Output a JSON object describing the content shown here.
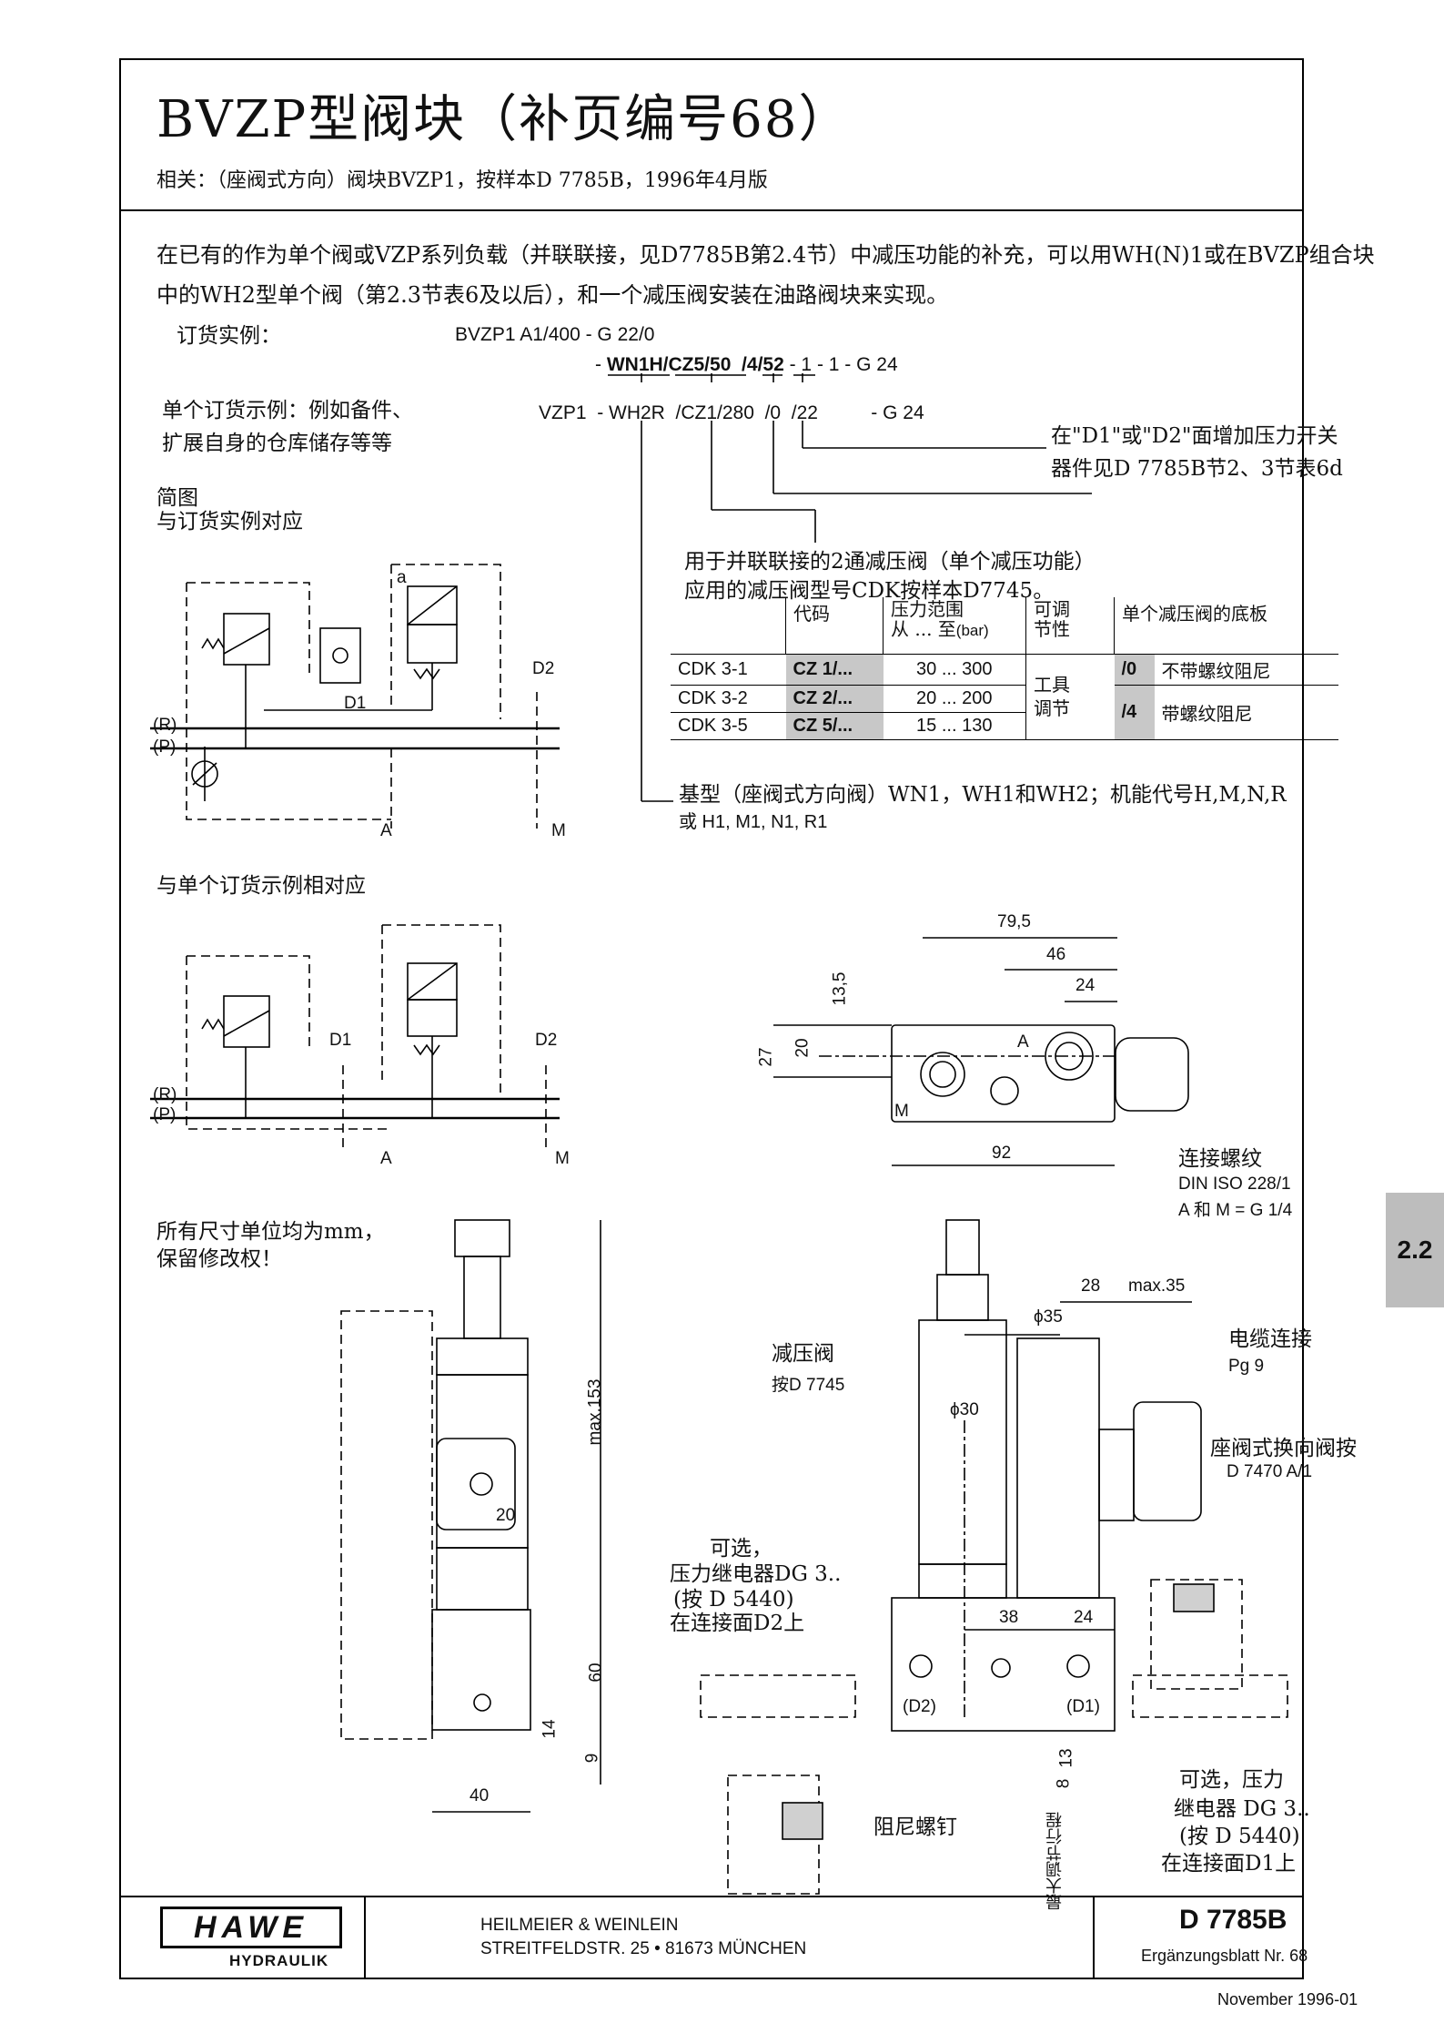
{
  "header": {
    "title": "BVZP型阀块（补页编号68）",
    "subtitle": "相关：（座阀式方向）阀块BVZP1，按样本D 7785B，1996年4月版"
  },
  "intro": "在已有的作为单个阀或VZP系列负载（并联联接，见D7785B第2.4节）中减压功能的补充，可以用WH(N)1或在BVZP组合块中的WH2型单个阀（第2.3节表6及以后），和一个减压阀安装在油路阀块来实现。",
  "order": {
    "example_label": "订货实例：",
    "line1": "BVZP1 A1/400  - G 22/0",
    "line2_prefix": "- ",
    "line2_parts": [
      "WN1H",
      "/CZ5/50",
      "/4",
      "/52"
    ],
    "line2_suffix": " - 1 - 1 - G 24",
    "single_label_1": "单个订货示例：例如备件、",
    "single_label_2": "扩展自身的仓库储存等等",
    "single_line": "VZP1  - WH2R  /CZ1/280  /0  /22          - G 24",
    "pressure_switch_1": "在\"D1\"或\"D2\"面增加压力开关",
    "pressure_switch_2": "器件见D 7785B节2、3节表6d",
    "schematic_label_1": "简图",
    "schematic_label_2": "与订货实例对应",
    "cdk_note_1": "用于并联联接的2通减压阀（单个减压功能）",
    "cdk_note_2": "应用的减压阀型号CDK按样本D7745。",
    "basic_type_1": "基型（座阀式方向阀）WN1，WH1和WH2；机能代号H,M,N,R",
    "basic_type_2": "或 H1, M1, N1, R1",
    "single_schematic_label": "与单个订货示例相对应"
  },
  "cdk_table": {
    "headers": [
      "代码",
      "压力范围",
      "从 ... 至",
      "(bar)",
      "可调",
      "节性",
      "单个减压阀的底板"
    ],
    "rows": [
      {
        "model": "CDK 3-1",
        "code": "CZ 1/...",
        "range": "30 ... 300"
      },
      {
        "model": "CDK 3-2",
        "code": "CZ 2/...",
        "range": "20 ... 200"
      },
      {
        "model": "CDK 3-5",
        "code": "CZ 5/...",
        "range": "15 ... 130"
      }
    ],
    "adjust_1": "工具",
    "adjust_2": "调节",
    "plates": [
      {
        "code": "/0",
        "desc": "不带螺纹阻尼"
      },
      {
        "code": "/4",
        "desc": "带螺纹阻尼"
      }
    ]
  },
  "schematic": {
    "ports": [
      "(R)",
      "(P)",
      "A",
      "M",
      "D1",
      "D2",
      "a"
    ]
  },
  "dimensions": {
    "top_view": [
      "79,5",
      "46",
      "24",
      "13,5",
      "27",
      "20",
      "92",
      "A",
      "M"
    ],
    "thread_label": "连接螺纹",
    "thread_std": "DIN ISO 228/1",
    "thread_val": "A 和  M = G 1/4",
    "note_1": "所有尺寸单位均为mm，",
    "note_2": "保留修改权！",
    "side_view": [
      "max.153",
      "20",
      "60",
      "14",
      "9",
      "40"
    ],
    "front_view": [
      "28",
      "max.35",
      "ϕ35",
      "ϕ30",
      "38",
      "24",
      "13",
      "8",
      "(D2)",
      "(D1)"
    ],
    "reducing_valve_1": "减压阀",
    "reducing_valve_2": "按D 7745",
    "cable_1": "电缆连接",
    "cable_2": "Pg 9",
    "seat_valve_1": "座阀式换向阀按",
    "seat_valve_2": "D 7470 A/1",
    "optional_left": [
      "可选，",
      "压力继电器DG 3..",
      "(按  D 5440)",
      "在连接面D2上"
    ],
    "optional_right": [
      "可选，压力",
      "继电器  DG 3..",
      "(按  D 5440)",
      "在连接面D1上"
    ],
    "damping_screw": "阻尼螺钉",
    "max_stroke": "最大调节行程"
  },
  "side_tab": "2.2",
  "footer": {
    "logo": "HAWE",
    "logo_sub": "HYDRAULIK",
    "company": "HEILMEIER & WEINLEIN",
    "address": "STREITFELDSTR. 25 • 81673 MÜNCHEN",
    "doc_id": "D 7785B",
    "doc_sub": "Ergänzungsblatt Nr. 68",
    "date": "November 1996-01"
  }
}
